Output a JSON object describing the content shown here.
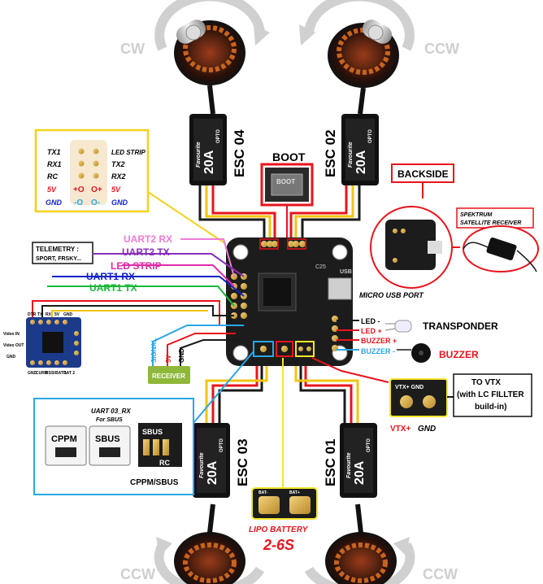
{
  "colors": {
    "wire_red": "#e8141c",
    "wire_black": "#1a1a1a",
    "wire_yellow": "#f2c40f",
    "uart2_rx": "#ee7ad6",
    "uart2_tx": "#8a2fb8",
    "led_strip": "#e02aa8",
    "uart1_rx": "#1020c8",
    "uart1_tx": "#18b838",
    "signal": "#2aa6e6",
    "receiver_bg": "#8fb83a",
    "highlight_red": "#e8141c",
    "highlight_yellow": "#f6e52a",
    "highlight_blue": "#2aa6e6",
    "esc_body": "#111111",
    "board": "#1c1c1c",
    "rotation_arrow": "#c8c8c8"
  },
  "motors": {
    "top_left": "CW",
    "top_right": "CCW",
    "bottom_left": "CCW",
    "bottom_right": "CCW"
  },
  "escs": {
    "top_left": {
      "label": "ESC 04",
      "rating": "20A",
      "brand": "Favourite",
      "sub": "OPTO"
    },
    "top_right": {
      "label": "ESC 02",
      "rating": "20A",
      "brand": "Favourite",
      "sub": "OPTO"
    },
    "bottom_left": {
      "label": "ESC 03",
      "rating": "20A",
      "brand": "Favourite",
      "sub": "OPTO"
    },
    "bottom_right": {
      "label": "ESC 01",
      "rating": "20A",
      "brand": "Favourite",
      "sub": "OPTO"
    }
  },
  "boot": {
    "label": "BOOT",
    "button_text": "BOOT"
  },
  "pinout": {
    "left": [
      "TX1",
      "RX1",
      "RC",
      "5V",
      "GND"
    ],
    "right": [
      "LED STRIP",
      "TX2",
      "RX2",
      "5V",
      "GND"
    ],
    "marks_left": "+O",
    "marks_right": "O+",
    "gnd_marks_left": "-O",
    "gnd_marks_right": "O-"
  },
  "telemetry": {
    "line1": "TELEMETRY :",
    "line2": "SPORT, FRSKY..."
  },
  "uart_labels": {
    "uart2_rx": "UART2 RX",
    "uart2_tx": "UART2 TX",
    "led_strip": "LED STRIP",
    "uart1_rx": "UART1 RX",
    "uart1_tx": "UART1 TX"
  },
  "osd_board_labels": [
    "DTR",
    "TX",
    "RX",
    "5V",
    "GND"
  ],
  "osd_side_labels": [
    "Video IN",
    "Video OUT",
    "GND"
  ],
  "osd_bottom_labels": [
    "GND",
    "CURR",
    "RSSI",
    "BAT 1",
    "BAT 2"
  ],
  "receiver": {
    "label": "RECEIVER",
    "signal": "SIGNAL",
    "v5": "5V",
    "gnd": "GND"
  },
  "sbus_box": {
    "title": "UART 03_RX",
    "subtitle": "For SBUS",
    "cppm": "CPPM",
    "sbus": "SBUS",
    "pad_label": "SBUS",
    "pad_label2": "RC",
    "caption": "CPPM/SBUS"
  },
  "backside": {
    "label": "BACKSIDE"
  },
  "spektrum": {
    "line1": "SPEKTRUM",
    "line2": "SATELLITE RECEIVER"
  },
  "usb": {
    "label": "MICRO USB PORT",
    "chip": "USB"
  },
  "transponder": {
    "led_minus": "LED -",
    "led_plus": "LED +",
    "label": "TRANSPONDER"
  },
  "buzzer": {
    "plus": "BUZZER +",
    "minus": "BUZZER -",
    "label": "BUZZER"
  },
  "vtx": {
    "line1": "TO VTX",
    "line2": "(with LC FILLTER",
    "line3": "build-in)",
    "pad_label": "VTX+ GND",
    "vtx_plus": "VTX+",
    "gnd": "GND"
  },
  "battery": {
    "label": "LIPO BATTERY",
    "cells": "2-6S",
    "pad_left": "BAT-",
    "pad_right": "BAT+"
  },
  "fc_chip": {
    "c25": "C25"
  }
}
